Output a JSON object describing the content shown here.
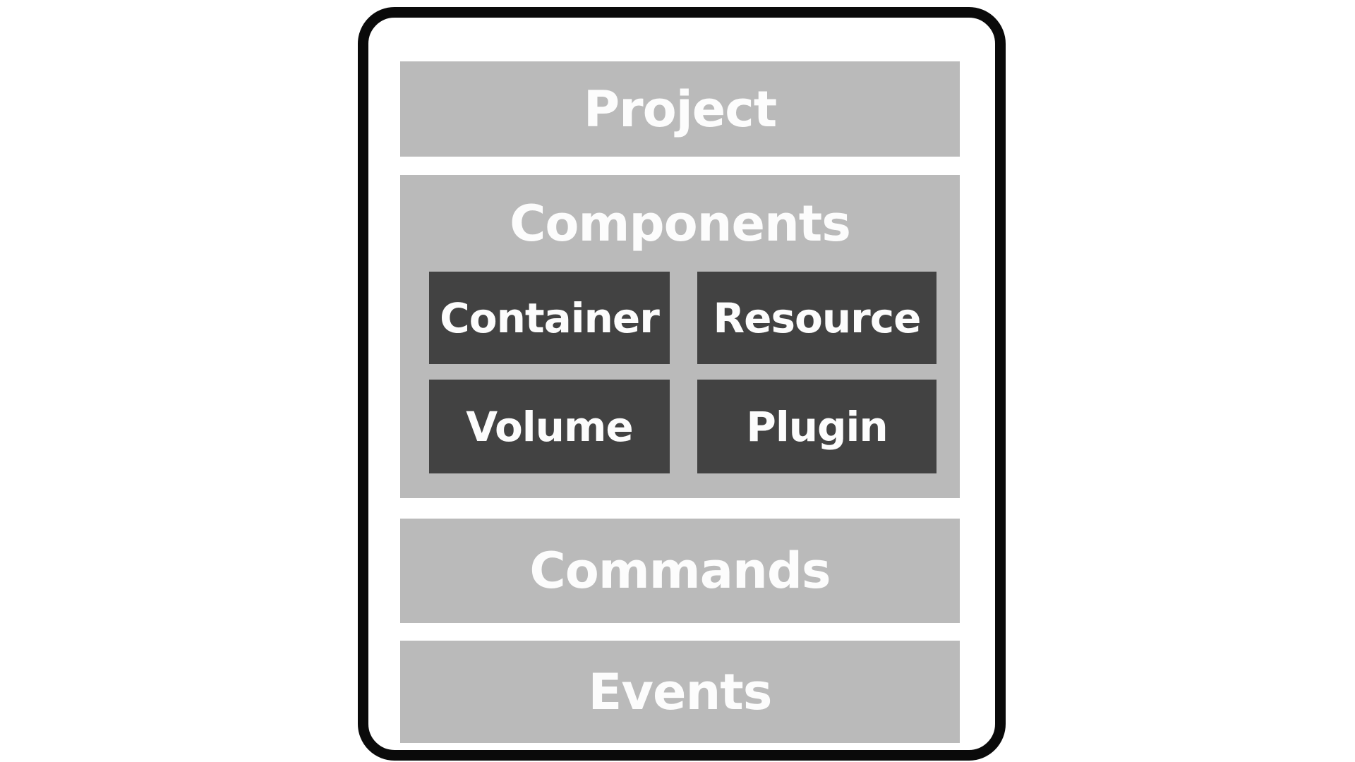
{
  "colors": {
    "background": "#ffffff",
    "bar_gray": "#bababa",
    "box_dark": "#424242",
    "border_black": "#0a0a0a",
    "text_white": "#fcfcfc"
  },
  "diagram": {
    "project_label": "Project",
    "components": {
      "label": "Components",
      "items": [
        "Container",
        "Resource",
        "Volume",
        "Plugin"
      ]
    },
    "commands_label": "Commands",
    "events_label": "Events"
  }
}
